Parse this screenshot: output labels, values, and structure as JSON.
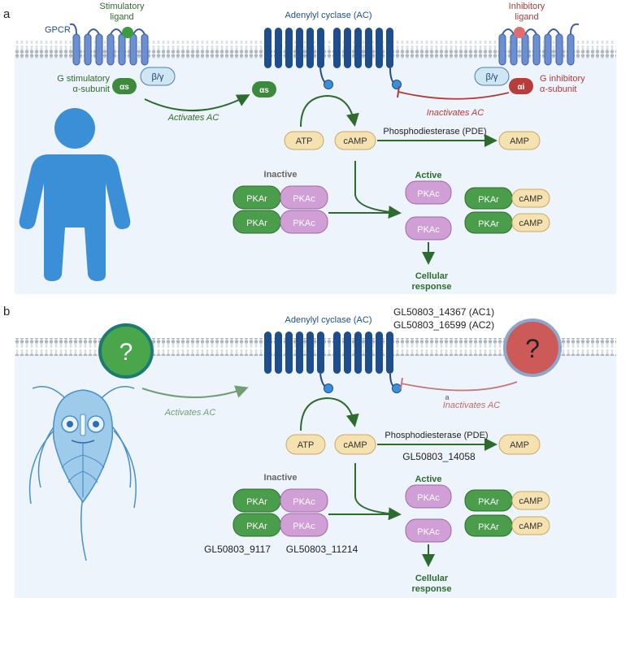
{
  "panel_a": {
    "letter": "a",
    "gpcr": "GPCR",
    "stim_ligand_1": "Stimulatory",
    "stim_ligand_2": "ligand",
    "g_stim_1": "G stimulatory",
    "g_stim_2": "α-subunit",
    "alpha_s": "αs",
    "beta_gamma": "β/γ",
    "ac": "Adenylyl cyclase (AC)",
    "inhib_ligand_1": "Inhibitory",
    "inhib_ligand_2": "ligand",
    "g_inhib_1": "G inhibitory",
    "g_inhib_2": "α-subunit",
    "alpha_i": "αi",
    "beta_gamma_i": "β/γ",
    "activates": "Activates AC",
    "inactivates": "Inactivates AC",
    "atp": "ATP",
    "camp": "cAMP",
    "pde": "Phosphodiesterase (PDE)",
    "amp": "AMP",
    "inactive": "Inactive",
    "active": "Active",
    "pkar": "PKAr",
    "pkac": "PKAc",
    "cellular_1": "Cellular",
    "cellular_2": "response"
  },
  "panel_b": {
    "letter": "b",
    "ac": "Adenylyl cyclase (AC)",
    "ac1": "GL50803_14367 (AC1)",
    "ac2": "GL50803_16599 (AC2)",
    "question": "?",
    "activates": "Activates AC",
    "inactivates": "Inactivates AC",
    "small_a": "a",
    "atp": "ATP",
    "camp": "cAMP",
    "pde": "Phosphodiesterase (PDE)",
    "pde_gene": "GL50803_14058",
    "amp": "AMP",
    "inactive": "Inactive",
    "active": "Active",
    "pkar": "PKAr",
    "pkac": "PKAc",
    "pkar_gene": "GL50803_9117",
    "pkac_gene": "GL50803_11214",
    "cellular_1": "Cellular",
    "cellular_2": "response"
  },
  "colors": {
    "membrane_blue": "#1f4e8c",
    "gpcr_blue": "#6b8fd0",
    "green": "#2e6b2e",
    "pkar_green": "#4a9d4a",
    "pkac_purple": "#cf9fd6",
    "camp_tan": "#f6e1b0",
    "red": "#b03a3a",
    "figure_blue": "#3a8fd6"
  }
}
